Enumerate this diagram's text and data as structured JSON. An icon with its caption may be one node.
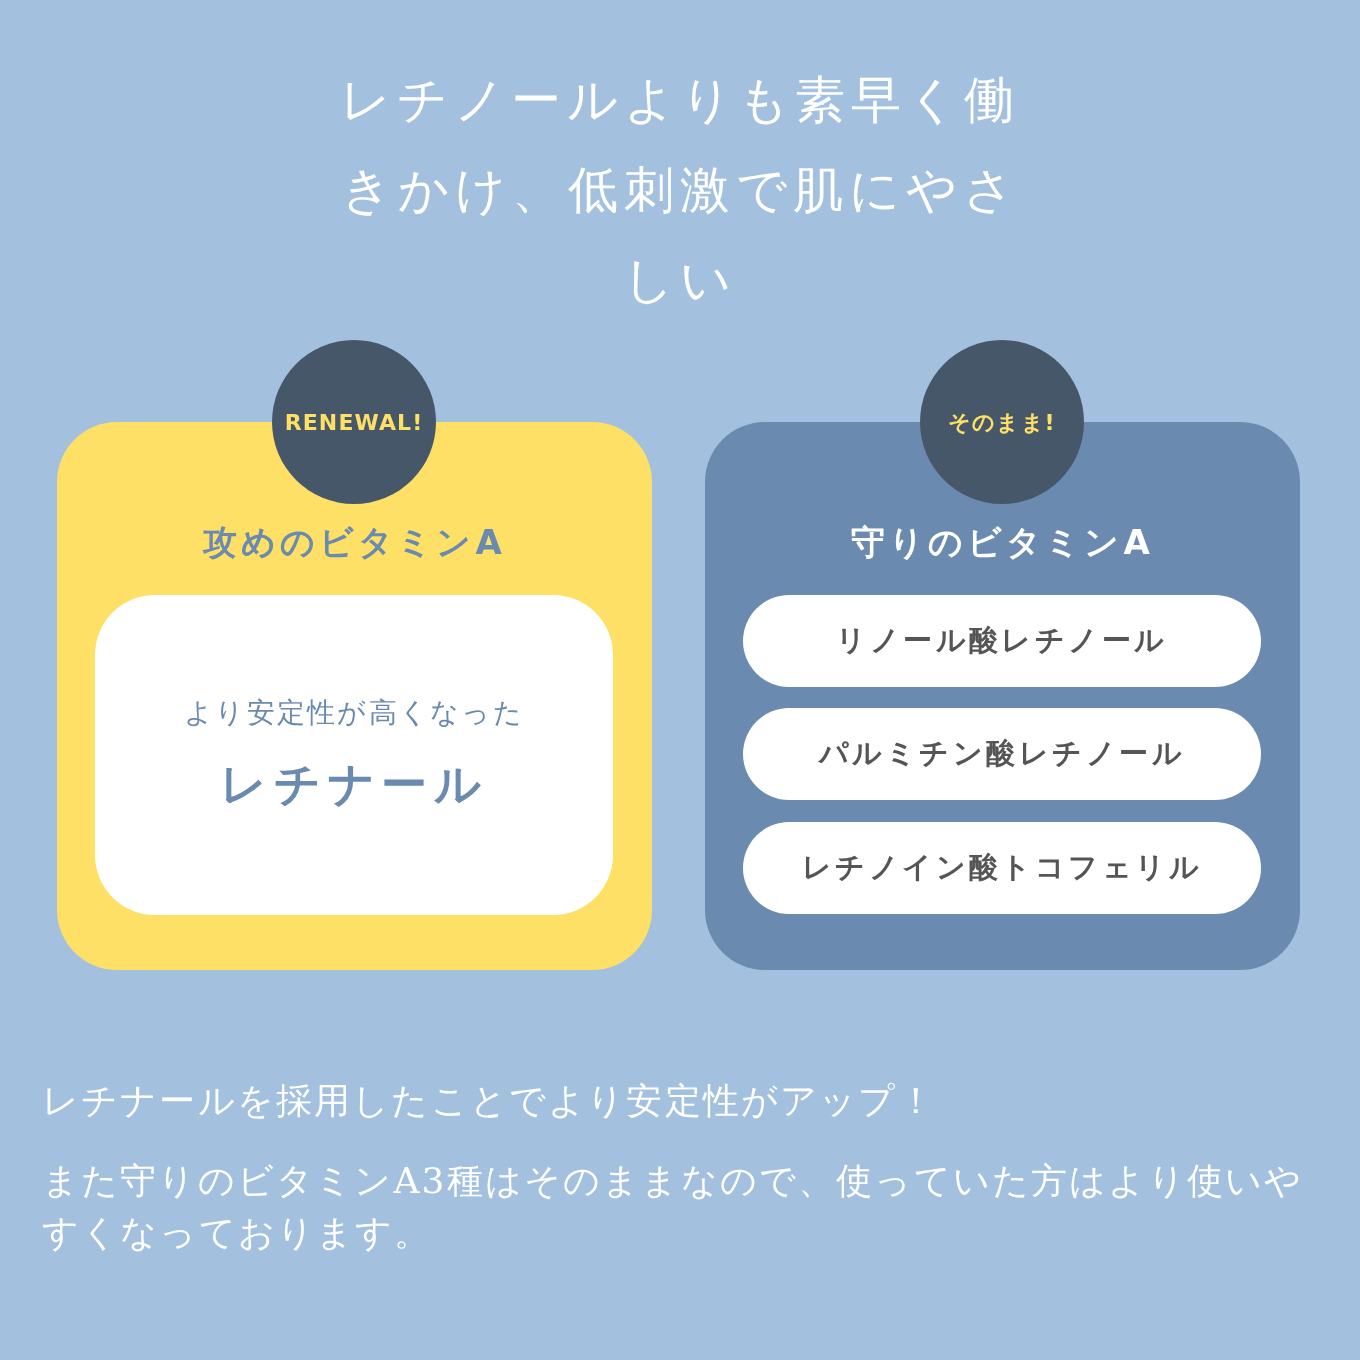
{
  "diagram": {
    "title": "レチノールよりも素早く働きかけ、低刺激で肌にやさしい",
    "nodes": [
      {
        "text": [
          "攻めのビタミンA"
        ]
      },
      {
        "text": [
          "RENEWAL!"
        ]
      },
      {
        "text": [
          "より安定性が高くなった",
          "レチナール"
        ],
        "in": 0
      },
      {
        "text": [
          "守りのビタミンA"
        ]
      },
      {
        "text": [
          "そのまま!"
        ]
      },
      {
        "text": [
          "リノール酸レチノール"
        ],
        "in": 3
      },
      {
        "text": [
          "パルミチン酸レチノール"
        ],
        "in": 3
      },
      {
        "text": [
          "レチノイン酸トコフェリル"
        ],
        "in": 3
      }
    ],
    "labels": [
      "レチナールを採用したことでより安定性がアップ！",
      "また守りのビタミンA3種はそのままなので、使っていた方はより使いやすくなっております。"
    ]
  }
}
